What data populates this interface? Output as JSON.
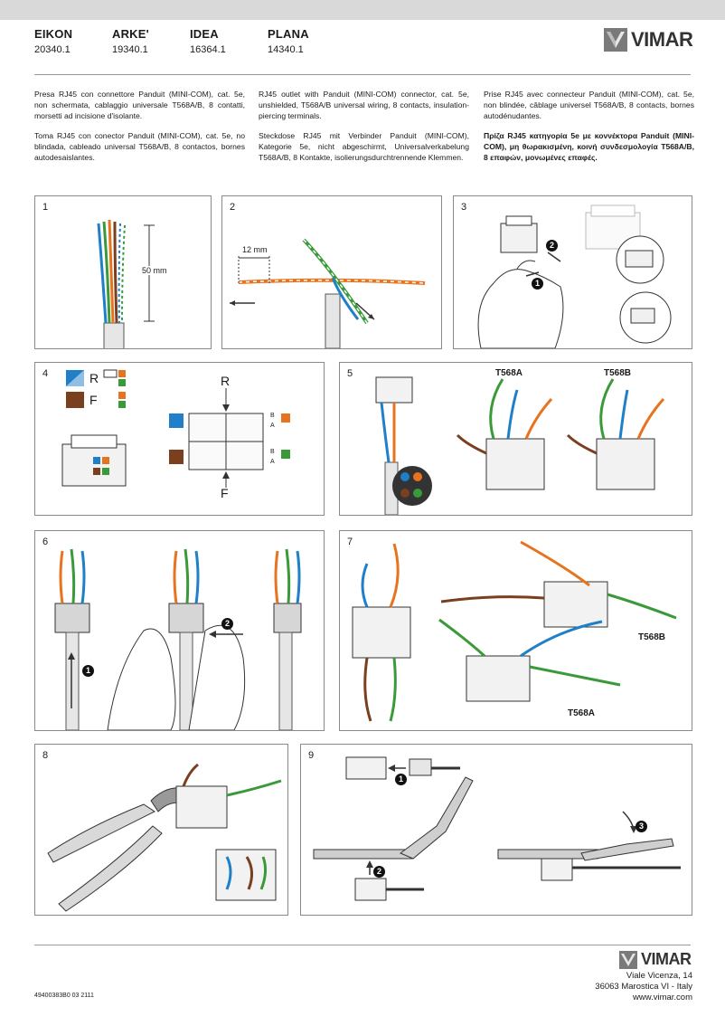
{
  "series": [
    {
      "name": "EIKON",
      "code": "20340.1"
    },
    {
      "name": "ARKE'",
      "code": "19340.1"
    },
    {
      "name": "IDEA",
      "code": "16364.1"
    },
    {
      "name": "PLANA",
      "code": "14340.1"
    }
  ],
  "brand": "VIMAR",
  "text": {
    "it": "Presa RJ45 con connettore Panduit (MINI-COM), cat. 5e, non schermata, cablaggio universale T568A/B, 8 contatti, morsetti ad incisione d'isolante.",
    "es": "Toma RJ45 con conector Panduit (MINI-COM), cat. 5e, no blindada, cableado universal T568A/B, 8 contactos, bornes autodesaislantes.",
    "en": "RJ45 outlet with Panduit (MINI-COM) connector, cat. 5e, unshielded, T568A/B universal wiring, 8 contacts, insulation-piercing terminals.",
    "de": "Steckdose RJ45 mit Verbinder Panduit (MINI-COM), Kategorie 5e, nicht abgeschirmt, Universalverkabelung T568A/B, 8 Kontakte, isolierungsdurchtrennende Klemmen.",
    "fr": "Prise RJ45 avec connecteur Panduit (MINI-COM), cat. 5e, non blindée, câblage universel T568A/B, 8 contacts, bornes autodénudantes.",
    "el": "Πρίζα RJ45 κατηγορία 5e με κοννέκτορα Panduit (MINI-COM), μη θωρακισμένη, κοινή συνδεσμολογία T568A/B, 8 επαφών, μονωμένες επαφές."
  },
  "steps": {
    "s1": {
      "num": "1",
      "length": "50 mm"
    },
    "s2": {
      "num": "2",
      "length": "12 mm"
    },
    "s3": {
      "num": "3",
      "m1": "1",
      "m2": "2"
    },
    "s4": {
      "num": "4",
      "r": "R",
      "f": "F",
      "b": "B",
      "a": "A"
    },
    "s5": {
      "num": "5",
      "t568a": "T568A",
      "t568b": "T568B"
    },
    "s6": {
      "num": "6",
      "m1": "1",
      "m2": "2"
    },
    "s7": {
      "num": "7",
      "t568b": "T568B",
      "t568a": "T568A"
    },
    "s8": {
      "num": "8"
    },
    "s9": {
      "num": "9",
      "m1": "1",
      "m2": "2",
      "m3": "3"
    }
  },
  "colors": {
    "blue": "#1f7fc8",
    "orange": "#e8731f",
    "green": "#3a9a3a",
    "brown": "#7a3f1e",
    "grey_fill": "#cfcfcf",
    "line": "#333333"
  },
  "footer": {
    "address1": "Viale Vicenza, 14",
    "address2": "36063 Marostica VI - Italy",
    "web": "www.vimar.com",
    "doc": "49400383B0  03  2111"
  }
}
